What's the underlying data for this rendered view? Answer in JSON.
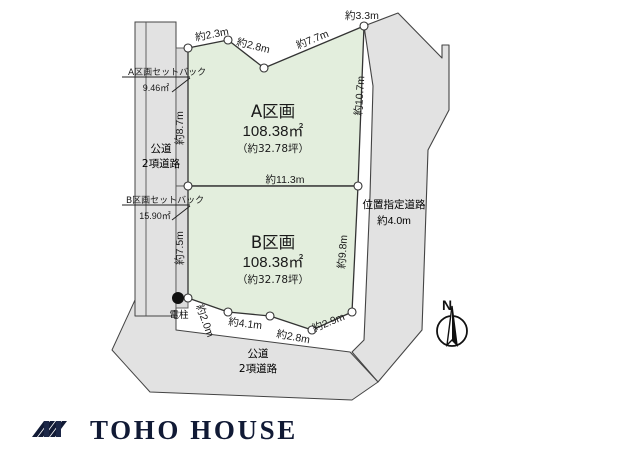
{
  "document": {
    "type": "land-subdivision-plot-map",
    "company": "TOHO HOUSE"
  },
  "colors": {
    "plot_fill": "#e3eedd",
    "plot_stroke": "#333333",
    "road_fill": "#e2e2e2",
    "road_stroke": "#444444",
    "setback_fill": "#dcdcdc",
    "text": "#1a1a1a",
    "logo": "#111a35",
    "vertex_fill": "#ffffff"
  },
  "parcels": [
    {
      "id": "A",
      "name": "A区画",
      "area_sqm": "108.38㎡",
      "area_tsubo": "（約32.78坪）"
    },
    {
      "id": "B",
      "name": "B区画",
      "area_sqm": "108.38㎡",
      "area_tsubo": "（約32.78坪）"
    }
  ],
  "setbacks": [
    {
      "label": "A区画セットバック",
      "area": "9.46㎡"
    },
    {
      "label": "B区画セットバック",
      "area": "15.90㎡"
    }
  ],
  "roads": [
    {
      "name": "公道",
      "sub": "2項道路",
      "position": "west"
    },
    {
      "name": "公道",
      "sub": "2項道路",
      "position": "south"
    },
    {
      "name": "位置指定道路",
      "sub": "約4.0m",
      "position": "east"
    }
  ],
  "markers": [
    {
      "name": "電柱",
      "type": "utility-pole"
    }
  ],
  "compass": {
    "label": "N"
  },
  "dimensions": {
    "top_a": "約2.3m",
    "top_b": "約2.8m",
    "top_c": "約7.7m",
    "top_right": "約3.3m",
    "east_a": "約10.7m",
    "west_a": "約8.7m",
    "middle": "約11.3m",
    "west_b": "約7.5m",
    "east_b": "約9.8m",
    "bottom_a": "約2.0m",
    "bottom_b": "約4.1m",
    "bottom_c": "約2.8m",
    "bottom_d": "約2.9m"
  }
}
